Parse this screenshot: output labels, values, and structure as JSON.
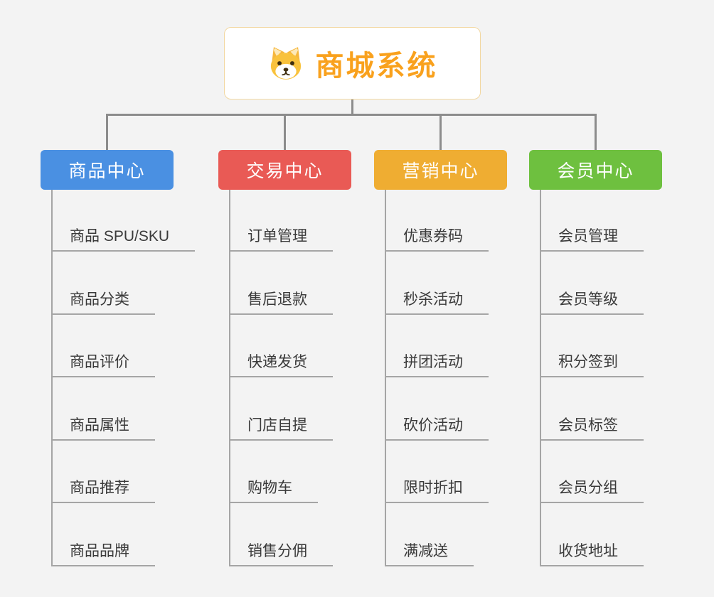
{
  "root": {
    "title": "商城系统",
    "icon": "dog-icon"
  },
  "colors": {
    "background": "#f3f3f3",
    "trunk_line": "#8c8c8c",
    "leaf_line": "#a5a5a5",
    "root_border": "#f2d7a0",
    "root_text": "#f9a11d",
    "branch_text": "#ffffff",
    "leaf_text": "#3a3a3a"
  },
  "branches": [
    {
      "label": "商品中心",
      "color": "#4a90e2",
      "children": [
        "商品 SPU/SKU",
        "商品分类",
        "商品评价",
        "商品属性",
        "商品推荐",
        "商品品牌"
      ]
    },
    {
      "label": "交易中心",
      "color": "#e95a55",
      "children": [
        "订单管理",
        "售后退款",
        "快递发货",
        "门店自提",
        "购物车",
        "销售分佣"
      ]
    },
    {
      "label": "营销中心",
      "color": "#efad32",
      "children": [
        "优惠券码",
        "秒杀活动",
        "拼团活动",
        "砍价活动",
        "限时折扣",
        "满减送"
      ]
    },
    {
      "label": "会员中心",
      "color": "#6ec03f",
      "children": [
        "会员管理",
        "会员等级",
        "积分签到",
        "会员标签",
        "会员分组",
        "收货地址"
      ]
    }
  ]
}
